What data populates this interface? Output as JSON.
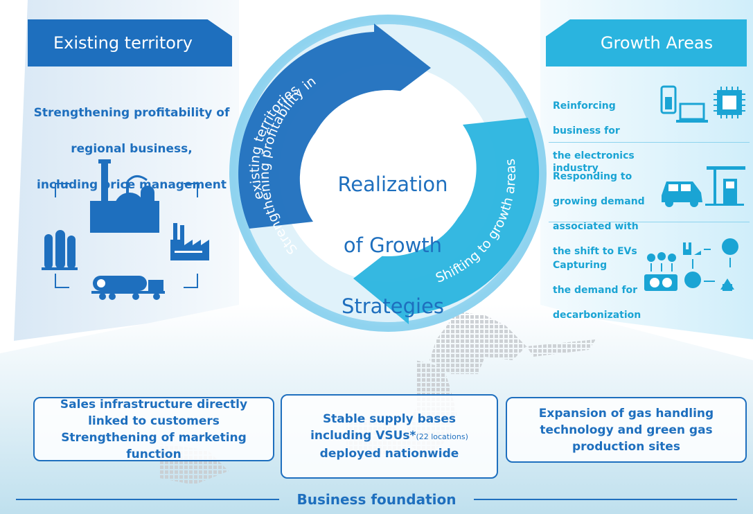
{
  "banners": {
    "existing_territory": "Existing territory",
    "growth_areas": "Growth Areas"
  },
  "existing": {
    "description_lines": [
      "Strengthening profitability of",
      "regional business,",
      "including price management"
    ]
  },
  "cycle": {
    "center_title_lines": [
      "Realization",
      "of Growth",
      "Strategies"
    ],
    "arc_top_line1": "Strengthening profitability in",
    "arc_top_line2": "existing territories",
    "arc_right": "Shifting to growth areas"
  },
  "growth_areas": [
    {
      "label_lines": [
        "Reinforcing",
        "business for",
        "the electronics industry"
      ],
      "icons": [
        "smartphone-icon",
        "laptop-icon",
        "chip-icon"
      ]
    },
    {
      "label_lines": [
        "Responding to",
        "growing demand",
        "associated with",
        "the shift to EVs"
      ],
      "icons": [
        "car-icon",
        "charging-station-icon"
      ]
    },
    {
      "label_lines": [
        "Capturing",
        "the demand for",
        "decarbonization"
      ],
      "icons": [
        "cloud-cycle-icon",
        "factory-icon",
        "earth-icon",
        "house-icon"
      ]
    }
  ],
  "foundation_boxes": [
    {
      "lines": [
        "Sales infrastructure directly",
        "linked to customers",
        "Strengthening of marketing function"
      ]
    },
    {
      "line1": "Stable supply bases",
      "line2_main": "including VSUs*",
      "line2_small": "(22 locations)",
      "line3": "deployed nationwide"
    },
    {
      "lines": [
        "Expansion of gas handling",
        "technology and green gas",
        "production sites"
      ]
    }
  ],
  "foundation_label": "Business foundation",
  "colors": {
    "dark_blue": "#1e6fbe",
    "light_blue": "#2ab4df",
    "pale_blue": "#d6eef8"
  }
}
